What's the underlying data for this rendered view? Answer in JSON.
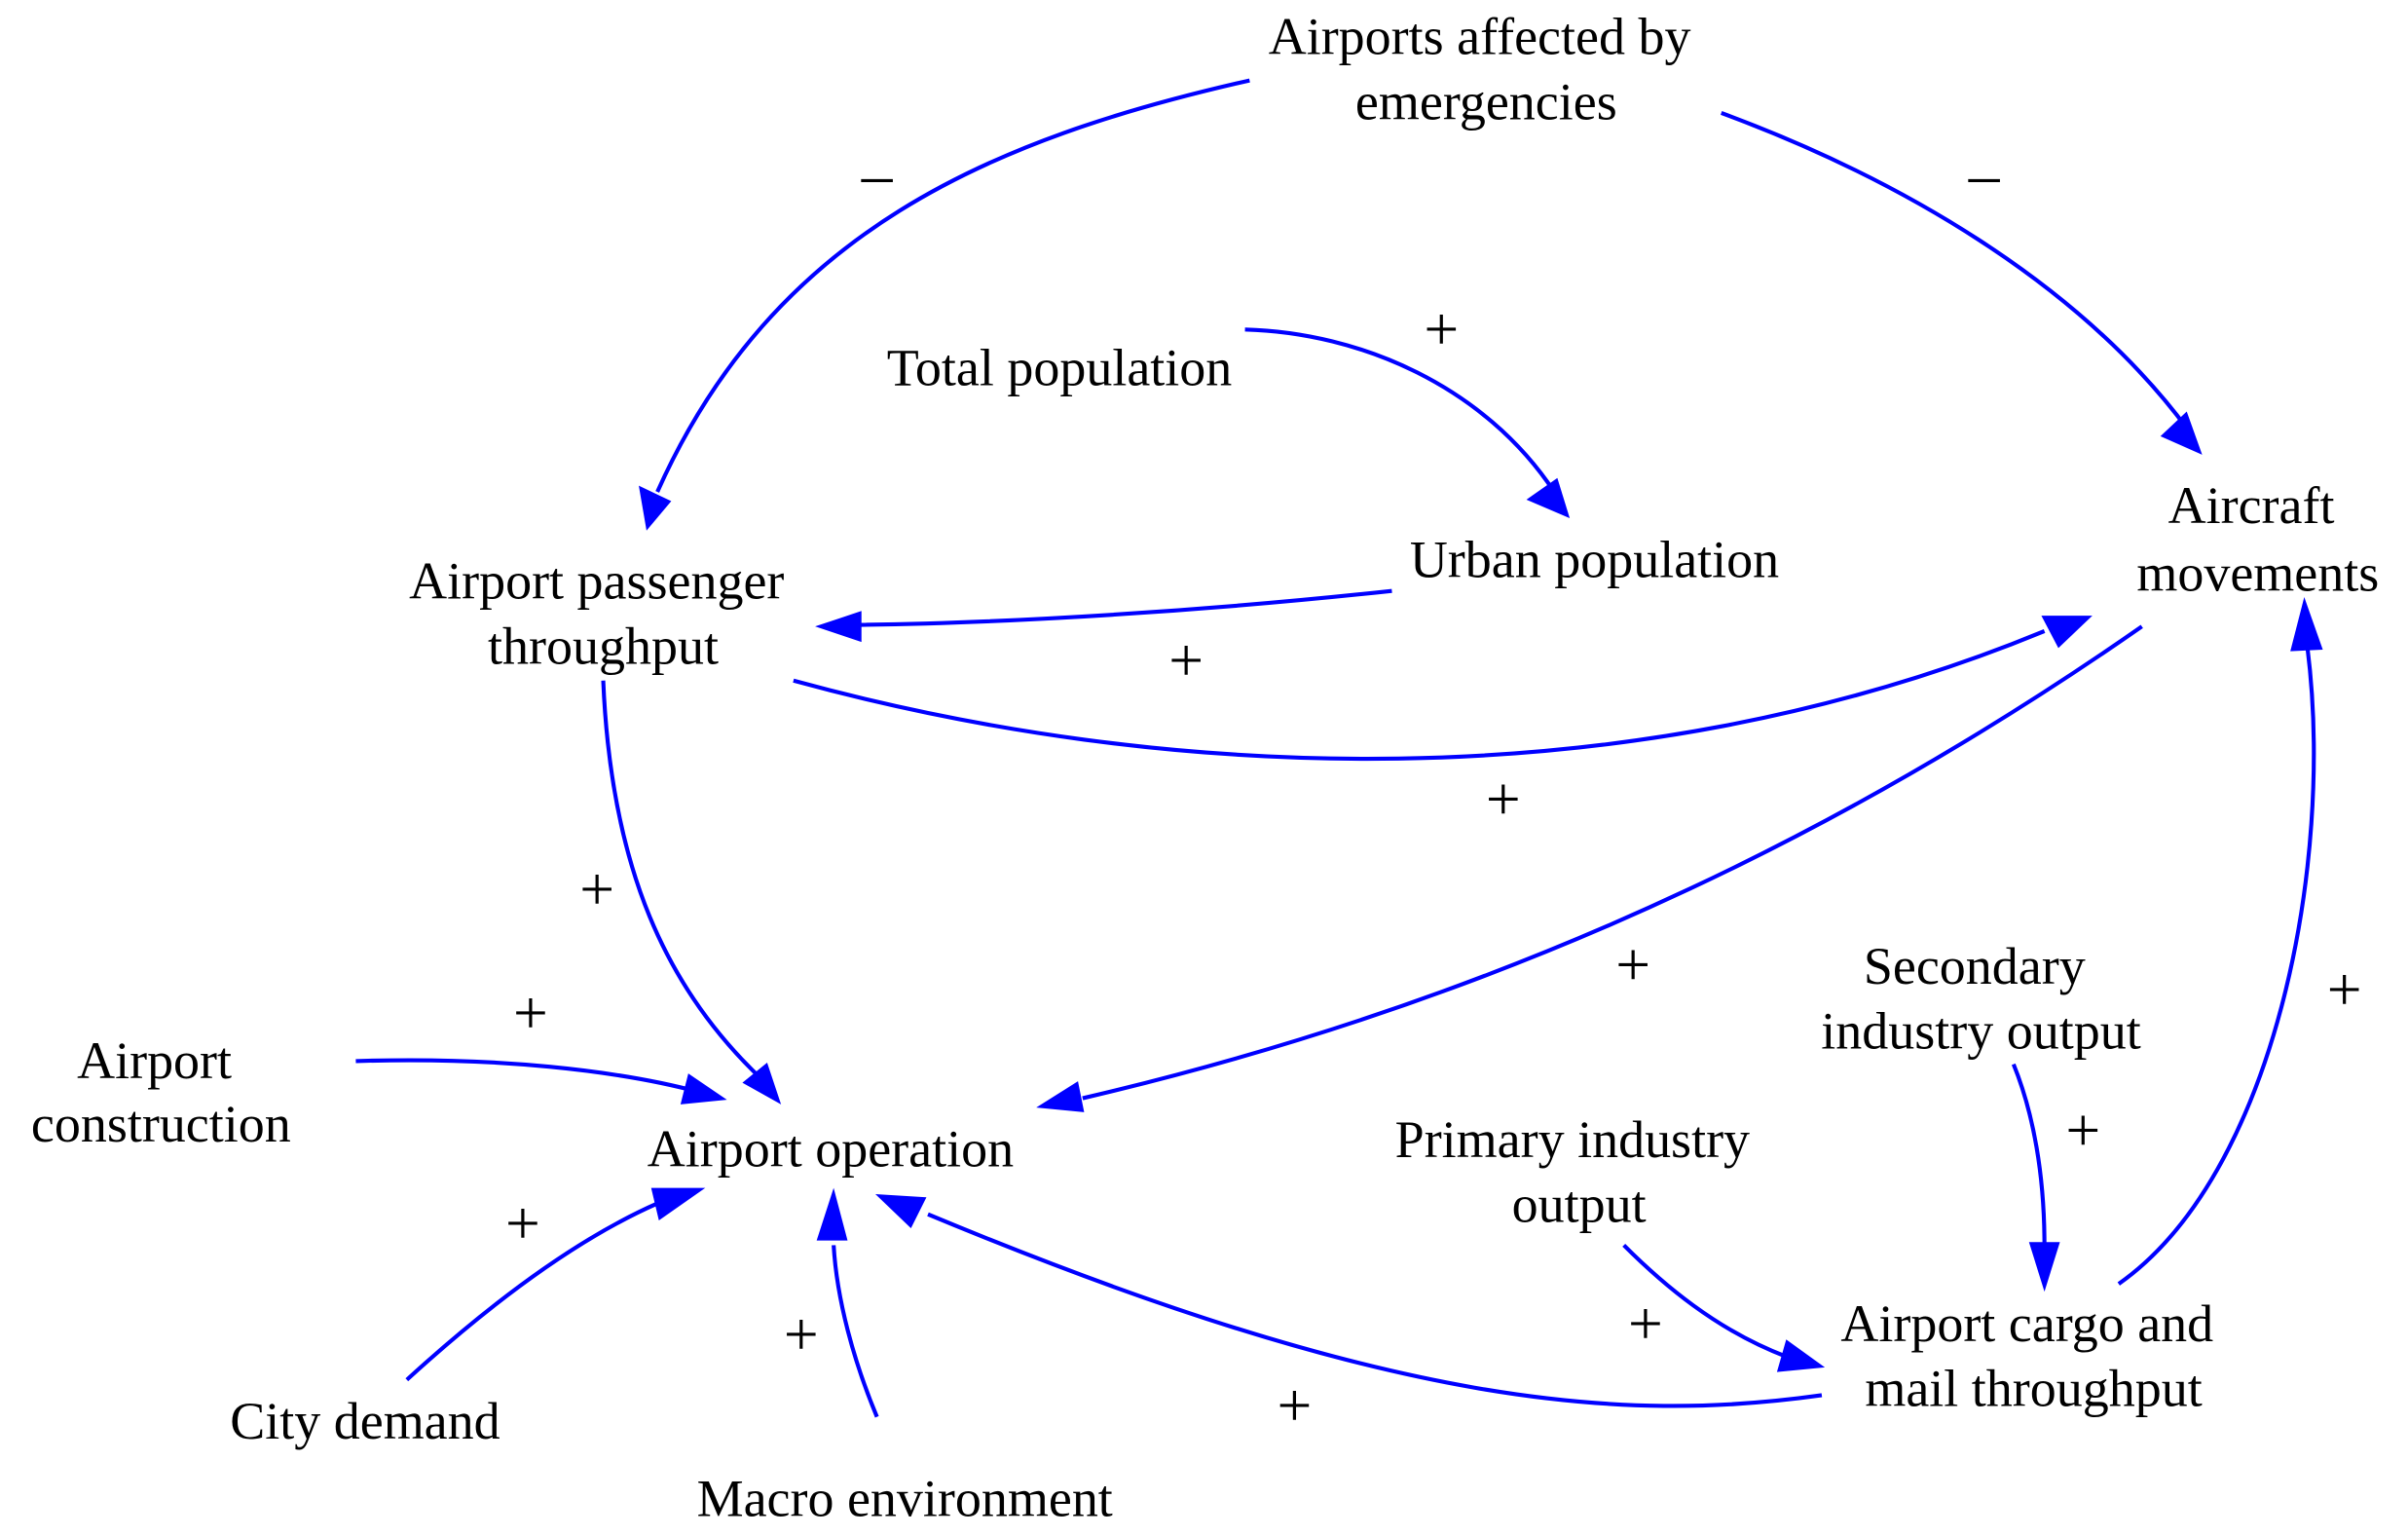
{
  "nodes": {
    "emergencies": [
      "Airports affected by",
      "emergencies"
    ],
    "total_population": [
      "Total population"
    ],
    "urban_population": [
      "Urban population"
    ],
    "aircraft_movements": [
      "Aircraft",
      "movements"
    ],
    "passenger_throughput": [
      "Airport passenger",
      "throughput"
    ],
    "airport_operation": [
      "Airport operation"
    ],
    "airport_construction": [
      "Airport",
      "construction"
    ],
    "city_demand": [
      "City demand"
    ],
    "macro_environment": [
      "Macro environment"
    ],
    "primary_industry": [
      "Primary industry",
      "output"
    ],
    "secondary_industry": [
      "Secondary",
      "industry output"
    ],
    "cargo_mail": [
      "Airport cargo and",
      "mail throughput"
    ]
  },
  "links": [
    {
      "id": "emergencies-to-passenger",
      "from": "Airports affected by emergencies",
      "to": "Airport passenger throughput",
      "polarity": "–"
    },
    {
      "id": "emergencies-to-aircraft",
      "from": "Airports affected by emergencies",
      "to": "Aircraft movements",
      "polarity": "–"
    },
    {
      "id": "total-to-urban",
      "from": "Total population",
      "to": "Urban population",
      "polarity": "+"
    },
    {
      "id": "urban-to-passenger",
      "from": "Urban population",
      "to": "Airport passenger throughput",
      "polarity": "+"
    },
    {
      "id": "passenger-to-aircraft",
      "from": "Airport passenger throughput",
      "to": "Aircraft movements",
      "polarity": "+"
    },
    {
      "id": "aircraft-to-operation",
      "from": "Aircraft movements",
      "to": "Airport operation",
      "polarity": "+"
    },
    {
      "id": "passenger-to-operation",
      "from": "Airport passenger throughput",
      "to": "Airport operation",
      "polarity": "+"
    },
    {
      "id": "construction-to-operation",
      "from": "Airport construction",
      "to": "Airport operation",
      "polarity": "+"
    },
    {
      "id": "citydemand-to-operation",
      "from": "City demand",
      "to": "Airport operation",
      "polarity": "+"
    },
    {
      "id": "macro-to-operation",
      "from": "Macro environment",
      "to": "Airport operation",
      "polarity": "+"
    },
    {
      "id": "cargo-to-operation",
      "from": "Airport cargo and mail throughput",
      "to": "Airport operation",
      "polarity": "+"
    },
    {
      "id": "primary-to-cargo",
      "from": "Primary industry output",
      "to": "Airport cargo and mail throughput",
      "polarity": "+"
    },
    {
      "id": "secondary-to-cargo",
      "from": "Secondary industry output",
      "to": "Airport cargo and mail throughput",
      "polarity": "+"
    },
    {
      "id": "cargo-to-aircraft",
      "from": "Airport cargo and mail throughput",
      "to": "Aircraft movements",
      "polarity": "+"
    }
  ],
  "colors": {
    "link": "#0000ff",
    "text": "#000000",
    "background": "#ffffff"
  }
}
